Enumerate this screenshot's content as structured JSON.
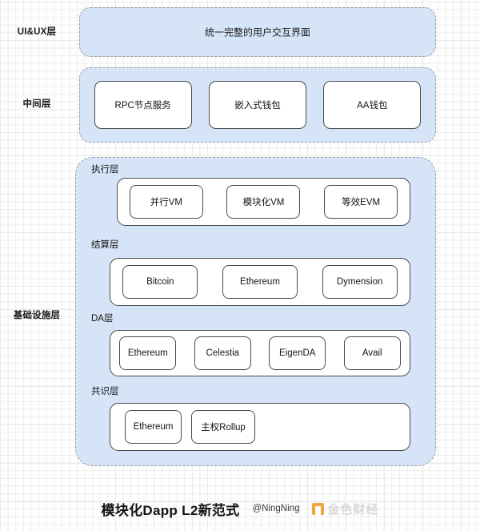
{
  "diagram": {
    "title": "模块化Dapp L2新范式",
    "author": "@NingNing",
    "watermark": "金色财经",
    "colors": {
      "panel_fill": "#d6e4f8",
      "panel_border": "#9e9e9e",
      "chip_border": "#4a4a4a",
      "watermark_accent": "#f0a02a"
    },
    "rails": [
      {
        "label": "UI&UX层"
      },
      {
        "label": "中间层"
      },
      {
        "label": "基础设施层"
      }
    ],
    "layers": [
      {
        "rail": "UI&UX层",
        "kind": "banner",
        "text": "统一完整的用户交互界面"
      },
      {
        "rail": "中间层",
        "kind": "chips",
        "items": [
          "RPC节点服务",
          "嵌入式钱包",
          "AA钱包"
        ]
      },
      {
        "rail": "基础设施层",
        "kind": "groups",
        "groups": [
          {
            "label": "执行层",
            "items": [
              "并行VM",
              "模块化VM",
              "等效EVM"
            ]
          },
          {
            "label": "结算层",
            "items": [
              "Bitcoin",
              "Ethereum",
              "Dymension"
            ]
          },
          {
            "label": "DA层",
            "items": [
              "Ethereum",
              "Celestia",
              "EigenDA",
              "Avail"
            ]
          },
          {
            "label": "共识层",
            "items": [
              "Ethereum",
              "主权Rollup"
            ]
          }
        ]
      }
    ]
  }
}
